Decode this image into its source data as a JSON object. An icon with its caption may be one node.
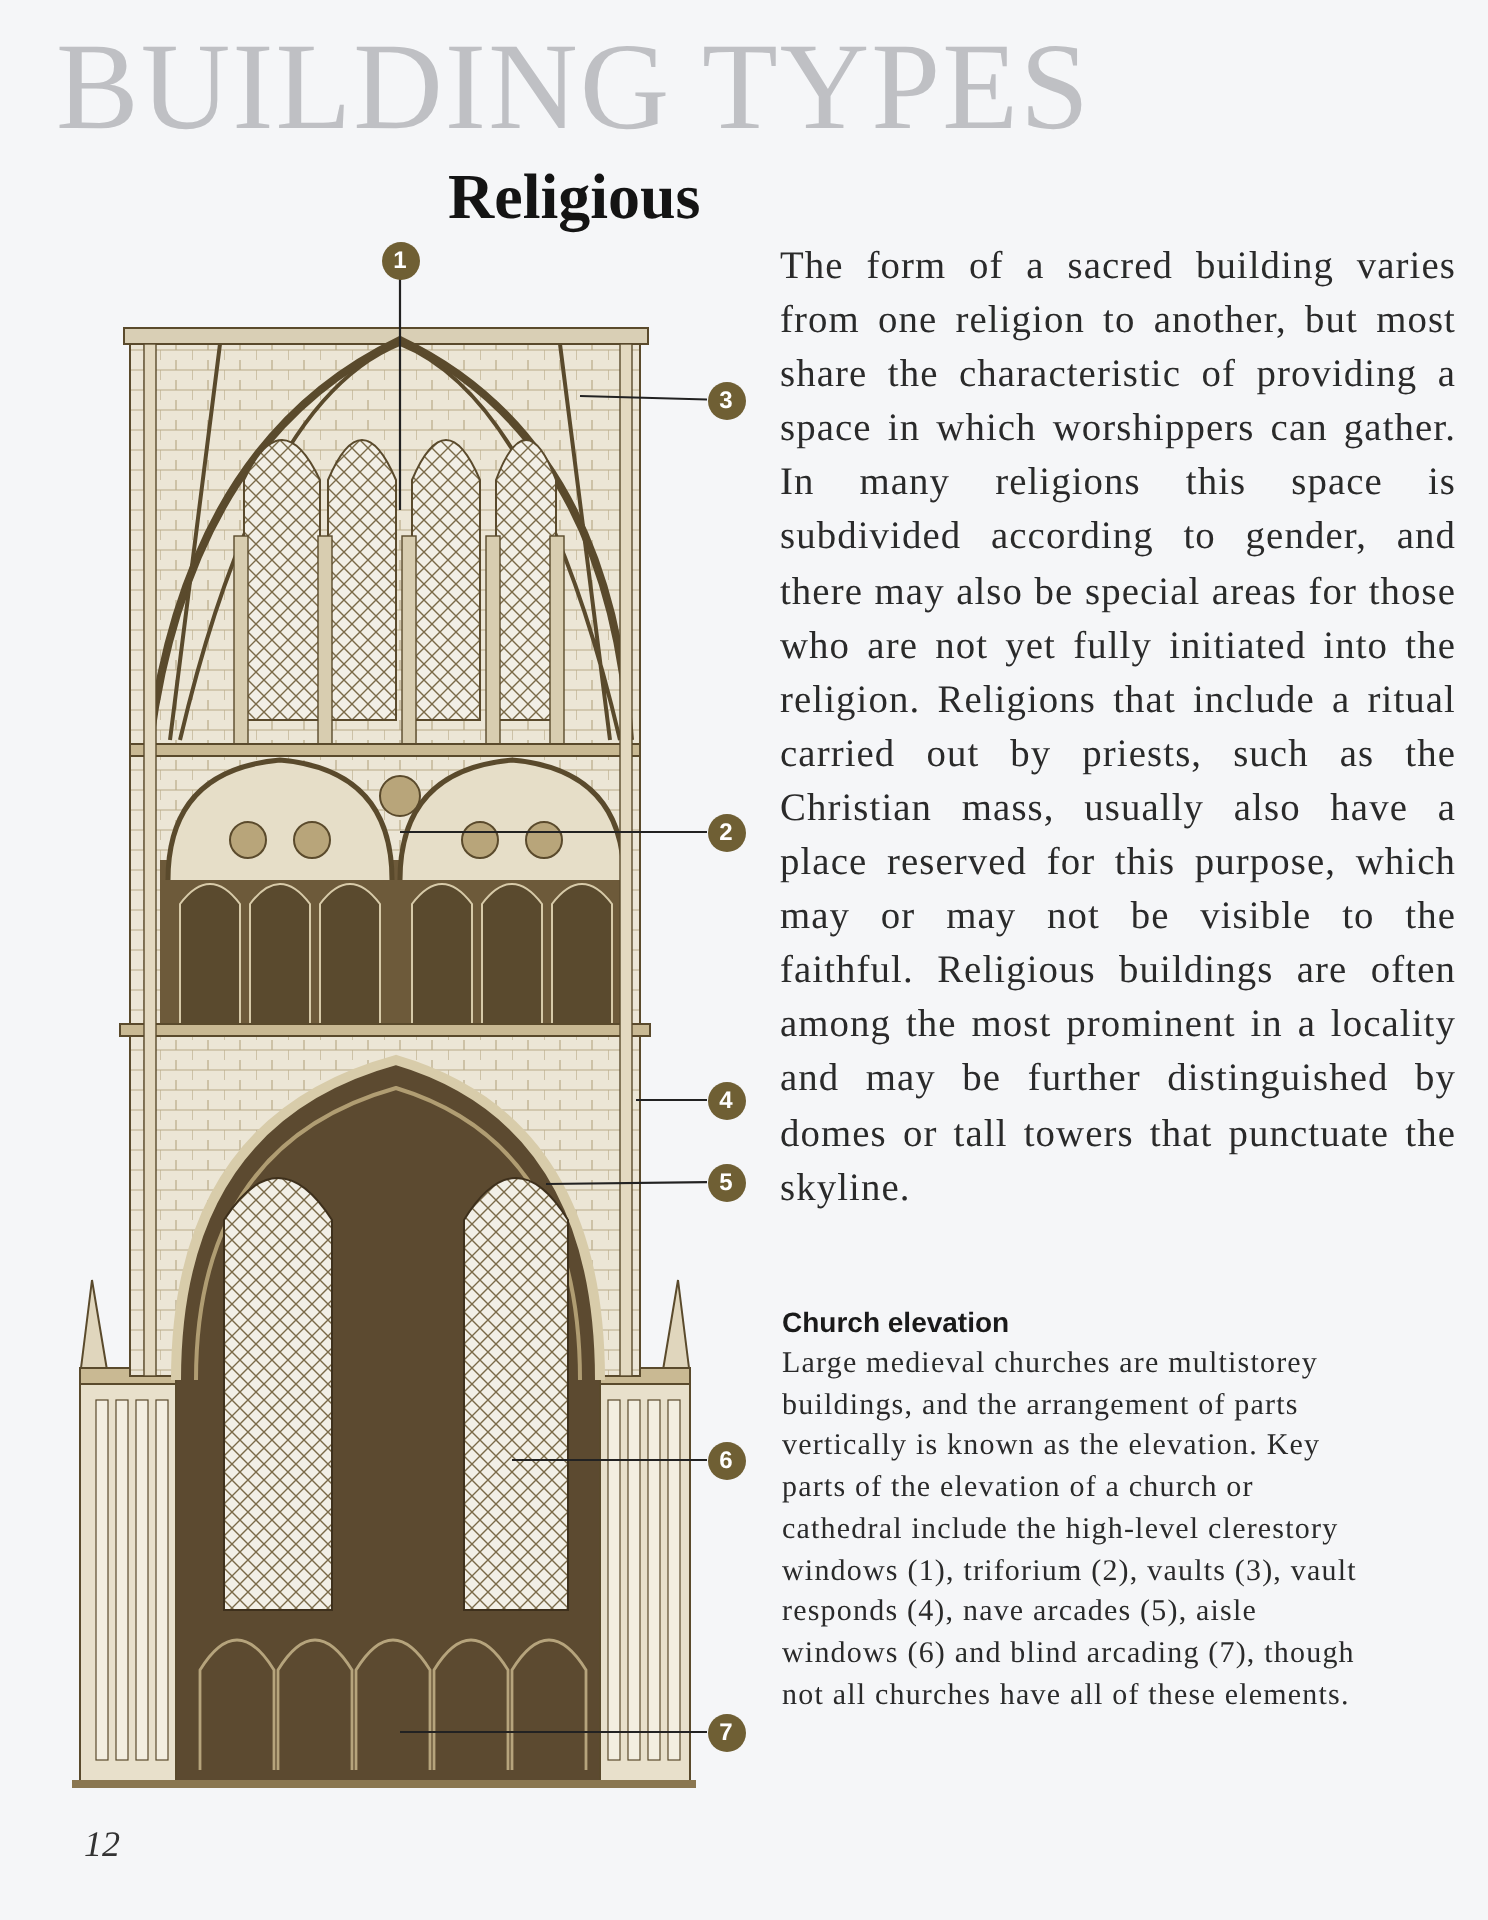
{
  "diagram": {
    "title": "Religious",
    "nodes": [
      {
        "text": [
          "1"
        ]
      },
      {
        "text": [
          "3"
        ]
      },
      {
        "text": [
          "2"
        ]
      },
      {
        "text": [
          "4"
        ]
      },
      {
        "text": [
          "5"
        ]
      },
      {
        "text": [
          "6"
        ]
      },
      {
        "text": [
          "7"
        ]
      }
    ],
    "edges": [
      {
        "from": 0,
        "to": null,
        "arrow": "none"
      },
      {
        "from": 1,
        "to": null,
        "arrow": "none"
      },
      {
        "from": 2,
        "to": null,
        "arrow": "none"
      },
      {
        "from": 3,
        "to": null,
        "arrow": "none"
      },
      {
        "from": 4,
        "to": null,
        "arrow": "none"
      },
      {
        "from": 5,
        "to": null,
        "arrow": "none"
      },
      {
        "from": 6,
        "to": null,
        "arrow": "none"
      }
    ],
    "labels": [
      "BUILDING TYPES",
      "The form of a sacred building varies from one religion to another, but most share the characteristic of providing a space in which worshippers can gather. In many religions this space is subdivided according to gender, and there may also be special areas for those who are not yet fully initiated into the religion. Religions that include a ritual carried out by priests, such as the Christian mass, usually also have a place reserved for this purpose, which may or may not be visible to the faithful. Religious buildings are often among the most prominent in a locality and may be further distinguished by domes or tall towers that punctuate the skyline.",
      "Church elevation",
      "Large medieval churches are multistorey buildings, and the arrangement of parts vertically is known as the elevation. Key parts of the elevation of a church or cathedral include the high-level clerestory windows (1), triforium (2), vaults (3), vault responds (4), nave arcades (5), aisle windows (6) and blind arcading (7), though not all churches have all of these elements.",
      "12"
    ]
  }
}
